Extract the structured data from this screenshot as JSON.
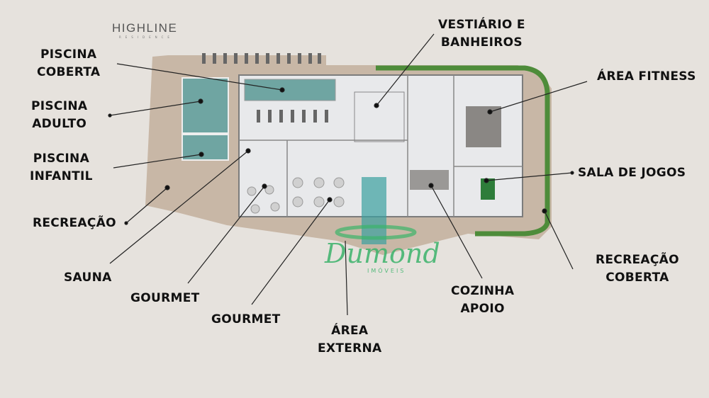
{
  "logo": {
    "brand": "HIGHLINE",
    "tagline": "RESIDENCE"
  },
  "watermark": {
    "name": "Dumond",
    "sub": "IMÓVEIS"
  },
  "labels": {
    "piscina_coberta": [
      "PISCINA",
      "COBERTA"
    ],
    "piscina_adulto": [
      "PISCINA",
      "ADULTO"
    ],
    "piscina_infantil": [
      "PISCINA",
      "INFANTIL"
    ],
    "recreacao": "RECREAÇÃO",
    "sauna": "SAUNA",
    "gourmet_1": "GOURMET",
    "gourmet_2": "GOURMET",
    "area_externa": [
      "ÁREA",
      "EXTERNA"
    ],
    "cozinha_apoio": [
      "COZINHA",
      "APOIO"
    ],
    "recreacao_coberta": [
      "RECREAÇÃO",
      "COBERTA"
    ],
    "sala_de_jogos": "SALA DE JOGOS",
    "area_fitness": "ÁREA FITNESS",
    "vestiario": [
      "VESTIÁRIO E",
      "BANHEIROS"
    ]
  },
  "colors": {
    "background": "#e6e2dd",
    "deck": "#c9b8a8",
    "pool": "#6fa5a2",
    "floor": "#e9eaec",
    "hedge": "#4e8c3a",
    "watermark": "#3bb36a"
  }
}
